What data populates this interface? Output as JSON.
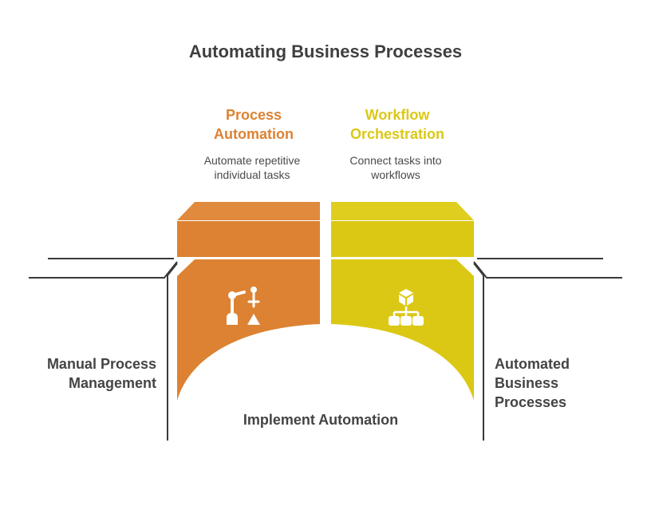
{
  "title": "Automating Business Processes",
  "columns": [
    {
      "heading": [
        "Process",
        "Automation"
      ],
      "description": [
        "Automate repetitive",
        "individual tasks"
      ],
      "color": "#DC8232",
      "icon": "robot-arm-icon"
    },
    {
      "heading": [
        "Workflow",
        "Orchestration"
      ],
      "description": [
        "Connect tasks into",
        "workflows"
      ],
      "color": "#DBC815",
      "icon": "workflow-hierarchy-icon"
    }
  ],
  "left_label": [
    "Manual Process",
    "Management"
  ],
  "right_label": [
    "Automated",
    "Business",
    "Processes"
  ],
  "bottom_label": "Implement Automation",
  "colors": {
    "text": "#444444",
    "line": "#3a3a3a"
  }
}
